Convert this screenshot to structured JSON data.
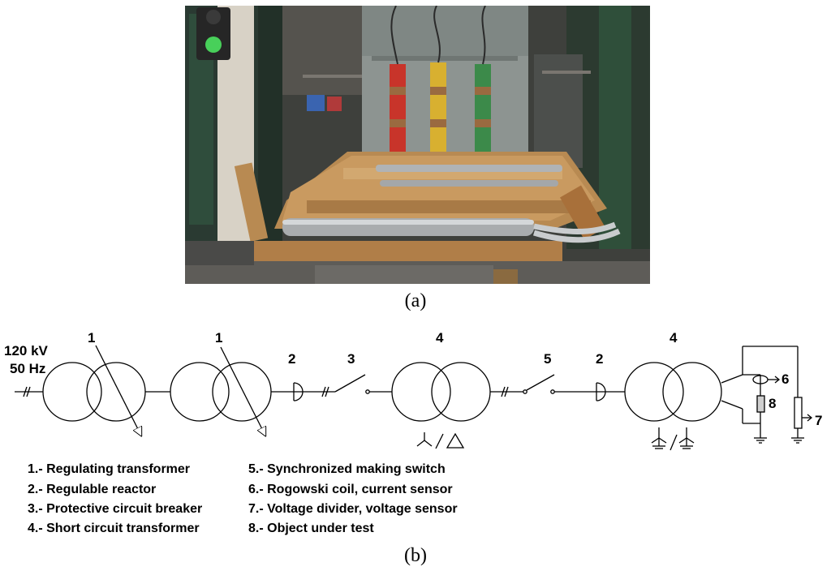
{
  "caption_a": "(a)",
  "caption_b": "(b)",
  "source_label_voltage": "120 kV",
  "source_label_freq": "50 Hz",
  "component_numbers": {
    "t1a": "1",
    "t1b": "1",
    "r2a": "2",
    "s3": "3",
    "t4a": "4",
    "s5": "5",
    "r2b": "2",
    "t4b": "4",
    "rog6": "6",
    "dut8": "8",
    "div7": "7"
  },
  "legend_left": [
    "1.- Regulating transformer",
    "2.- Regulable reactor",
    "3.- Protective circuit breaker",
    "4.- Short circuit transformer"
  ],
  "legend_right": [
    "5.- Synchronized making switch",
    "6.- Rogowski coil, current sensor",
    "7.- Voltage divider, voltage sensor",
    "8.- Object under test"
  ],
  "colors": {
    "busbar_red": "#c8342a",
    "busbar_yellow": "#d8b030",
    "busbar_green": "#3c8a4a",
    "wood": "#b88a52",
    "steel": "#a9acae"
  }
}
